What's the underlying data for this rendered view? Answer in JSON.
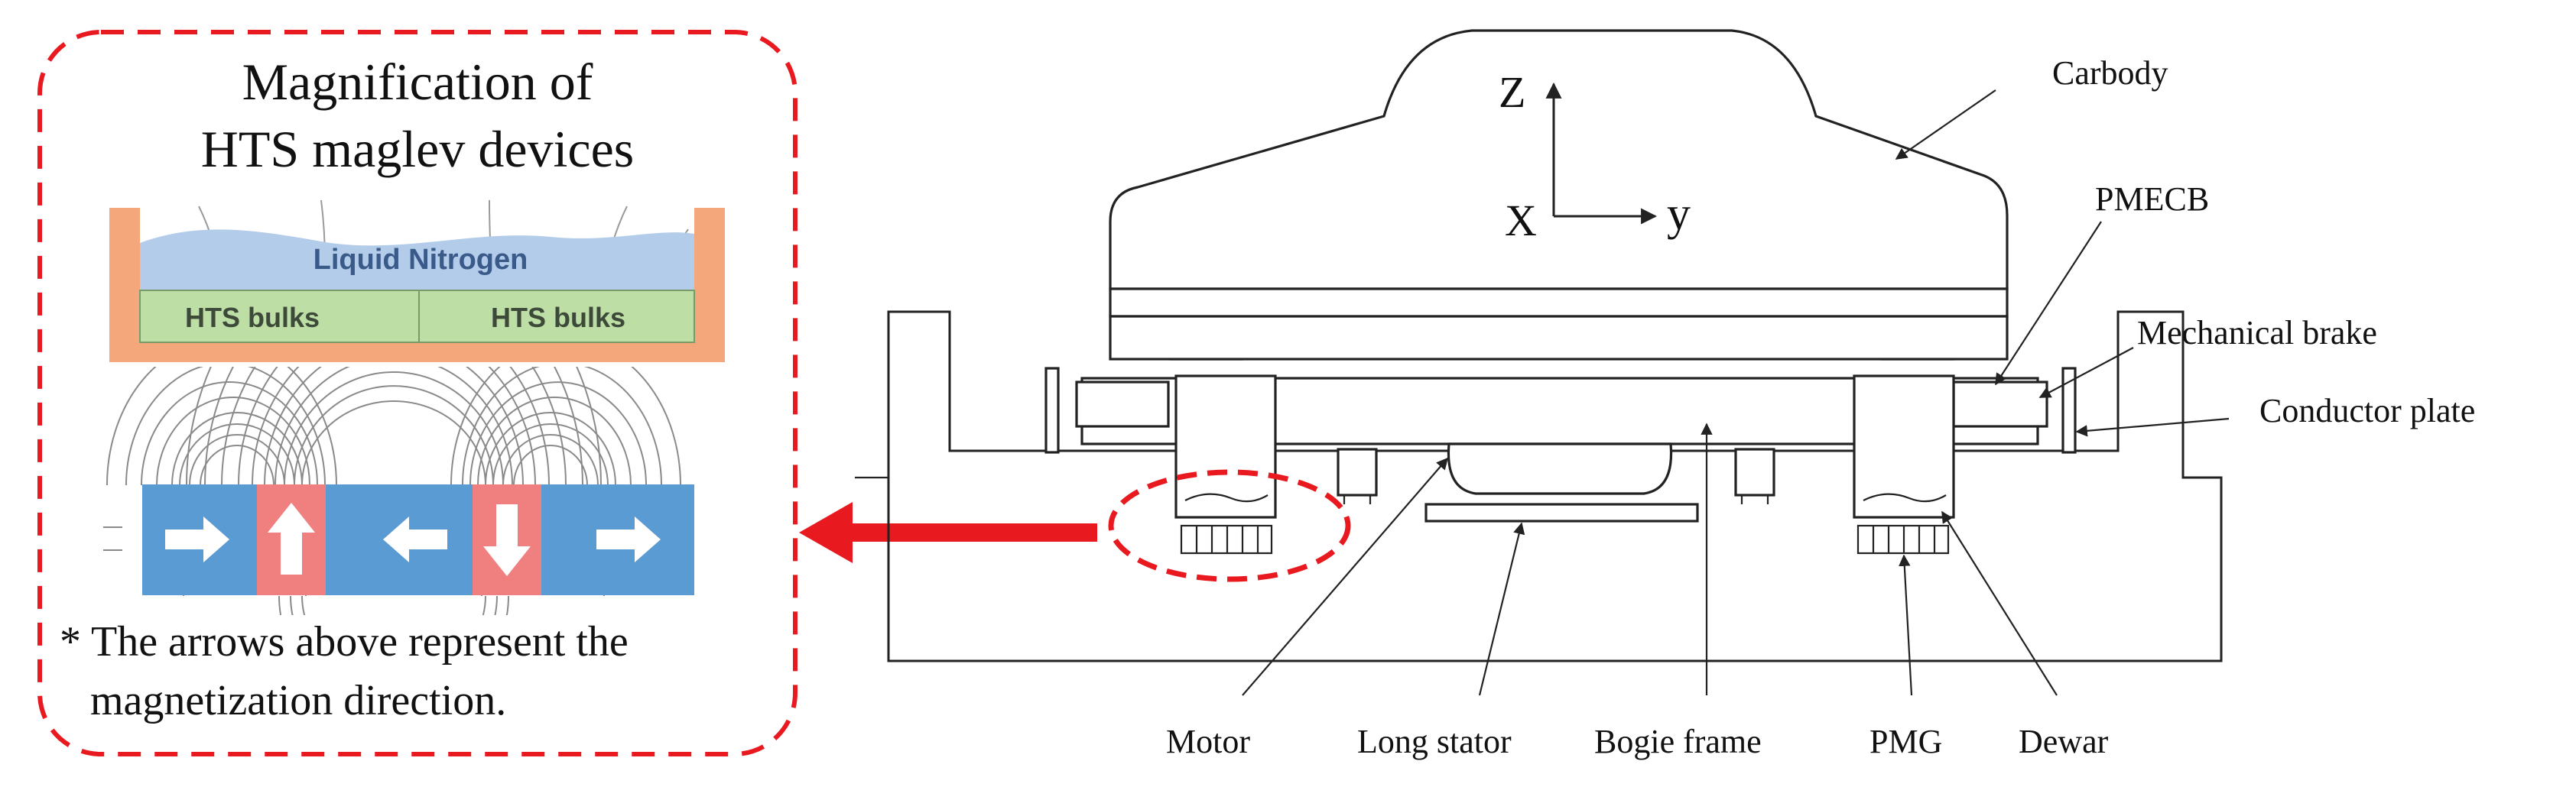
{
  "inset": {
    "title_line1": "Magnification of",
    "title_line2": "HTS maglev devices",
    "liquid_label": "Liquid Nitrogen",
    "bulk_left": "HTS bulks",
    "bulk_right": "HTS bulks",
    "note_line1": "* The arrows above represent the",
    "note_line2": "magnetization direction.",
    "colors": {
      "frame_dash": "#e8191f",
      "container": "#f4a77a",
      "liquid": "#b3ccea",
      "bulk": "#bddfa6",
      "magnet_blue": "#5b9bd3",
      "magnet_red": "#f08080",
      "arrow_red": "#e8191f"
    }
  },
  "axes": {
    "z_label": "Z",
    "x_label": "X",
    "y_label": "y"
  },
  "labels": {
    "carbody": "Carbody",
    "pmecb": "PMECB",
    "mechanical_brake": "Mechanical brake",
    "conductor_plate": "Conductor plate",
    "motor": "Motor",
    "long_stator": "Long stator",
    "bogie_frame": "Bogie frame",
    "pmg": "PMG",
    "dewar": "Dewar"
  }
}
